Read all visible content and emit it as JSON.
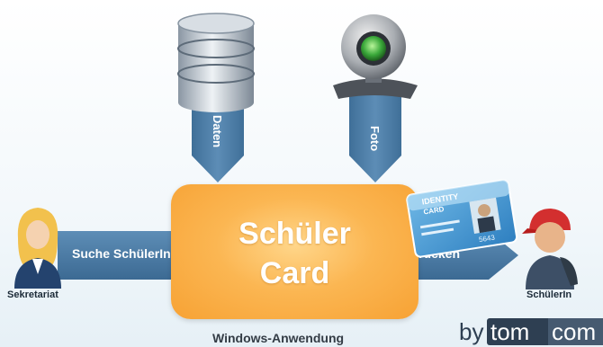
{
  "center": {
    "line1": "Schüler",
    "line2": "Card"
  },
  "inputs": {
    "top_left": {
      "label": "Daten",
      "icon": "database-icon"
    },
    "top_right": {
      "label": "Foto",
      "icon": "webcam-icon"
    }
  },
  "arrows": {
    "left": "Suche SchülerIn",
    "right": "Drucken"
  },
  "actors": {
    "left": {
      "label": "Sekretariat",
      "icon": "secretary-person-icon"
    },
    "right": {
      "label": "SchülerIn",
      "icon": "student-person-icon"
    }
  },
  "id_card": {
    "line1": "IDENTITY",
    "line2": "CARD",
    "number": "5643"
  },
  "footer": "Windows-Anwendung",
  "brand": {
    "prefix": "by",
    "name1": "tom",
    "name2": "com"
  },
  "colors": {
    "arrow": "#4e7fa8",
    "center": "#f9ae45",
    "brand": "#2e3f52"
  }
}
